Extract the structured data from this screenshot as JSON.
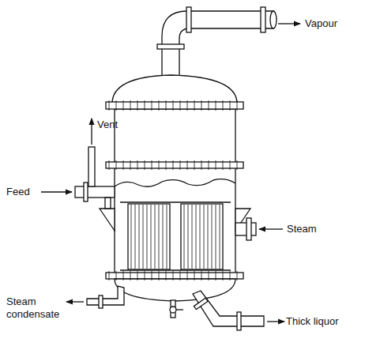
{
  "diagram": {
    "labels": [
      "Vapour",
      "Vent",
      "Feed",
      "Steam",
      "Steam condensate",
      "Thick liquor"
    ]
  }
}
